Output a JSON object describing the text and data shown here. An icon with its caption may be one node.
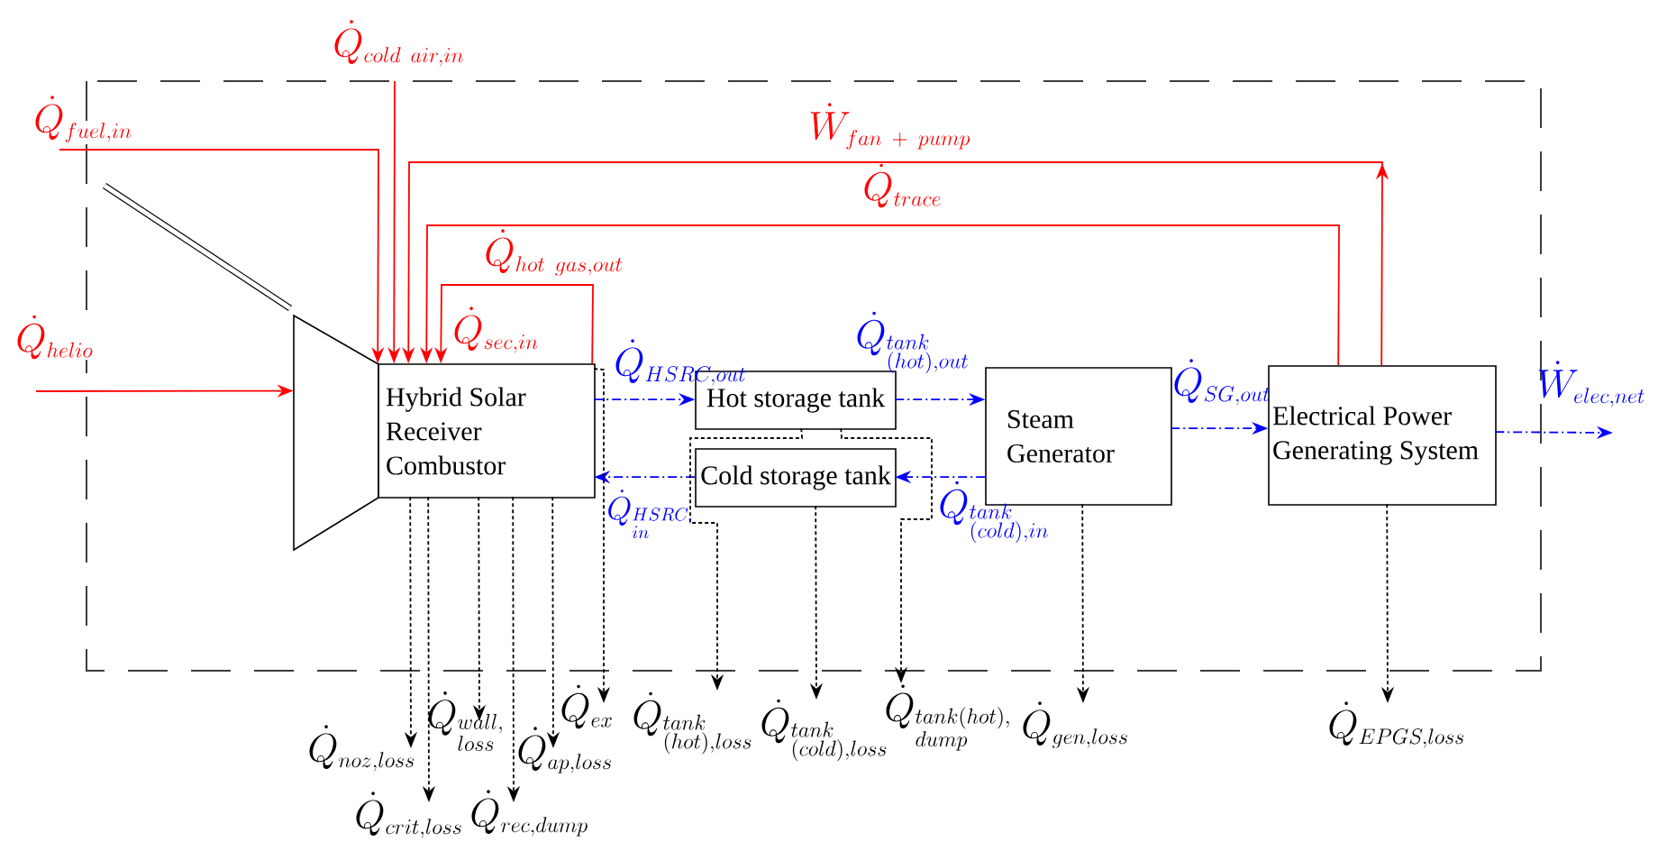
{
  "diagram": {
    "nodes": [
      {
        "text": [],
        "shape": "trapezoid"
      },
      {
        "text": [
          "Hybrid Solar Receiver Combustor"
        ]
      },
      {
        "text": [
          "Hot storage tank"
        ]
      },
      {
        "text": [
          "Cold storage tank"
        ]
      },
      {
        "text": [
          "Steam Generator"
        ]
      },
      {
        "text": [
          "Electrical Power Generating System"
        ]
      }
    ],
    "edges": [
      {
        "from": null,
        "to": 0,
        "arrow": "to",
        "label": "\\dot{Q}_{helio}",
        "color": "#ff0000"
      },
      {
        "from": null,
        "to": 1,
        "arrow": "to",
        "label": "\\dot{Q}_{fuel,in}",
        "color": "#ff0000"
      },
      {
        "from": null,
        "to": 1,
        "arrow": "to",
        "label": "\\dot{Q}_{cold\\ air,in}",
        "color": "#ff0000"
      },
      {
        "from": 5,
        "to": 1,
        "arrow": "to",
        "label": "\\dot{W}_{fan\\ +\\ pump}",
        "color": "#ff0000"
      },
      {
        "from": 5,
        "to": 1,
        "arrow": "to",
        "label": "\\dot{Q}_{trace}",
        "color": "#ff0000"
      },
      {
        "from": 1,
        "to": 1,
        "arrow": "to",
        "label": "\\dot{Q}_{hot\\ gas,out}",
        "color": "#ff0000"
      },
      {
        "from": 1,
        "to": 2,
        "arrow": "to",
        "label": "\\dot{Q}_{HSRC,out}",
        "style": "dashed",
        "color": "#0000ff"
      },
      {
        "from": 2,
        "to": 4,
        "arrow": "to",
        "label": "\\dot{Q}_{\\begin{subarray}{l}tank\\\\(hot),out\\end{subarray}}",
        "style": "dashed",
        "color": "#0000ff"
      },
      {
        "from": 4,
        "to": 5,
        "arrow": "to",
        "label": "\\dot{Q}_{SG,out}",
        "style": "dashed",
        "color": "#0000ff"
      },
      {
        "from": 5,
        "to": null,
        "arrow": "to",
        "label": "\\dot{W}_{elec,net}",
        "style": "dashed",
        "color": "#0000ff"
      },
      {
        "from": 4,
        "to": 3,
        "arrow": "to",
        "label": "\\dot{Q}_{\\begin{subarray}{l}tank\\\\(cold),in\\end{subarray}}",
        "style": "dashed",
        "color": "#0000ff"
      },
      {
        "from": 3,
        "to": 1,
        "arrow": "to",
        "label": "\\dot{Q}_{\\begin{subarray}{l}HSRC,\\\\in\\end{subarray}}",
        "style": "dashed",
        "color": "#0000ff"
      },
      {
        "from": 1,
        "to": null,
        "arrow": "to",
        "label": "\\dot{Q}_{noz,loss}",
        "style": "dashed"
      },
      {
        "from": 1,
        "to": null,
        "arrow": "to",
        "label": "\\dot{Q}_{crit,loss}",
        "style": "dashed"
      },
      {
        "from": 1,
        "to": null,
        "arrow": "to",
        "label": "\\dot{Q}_{\\begin{subarray}{l}wall,\\\\loss\\end{subarray}}",
        "style": "dashed"
      },
      {
        "from": 1,
        "to": null,
        "arrow": "to",
        "label": "\\dot{Q}_{rec,dump}",
        "style": "dashed"
      },
      {
        "from": 1,
        "to": null,
        "arrow": "to",
        "label": "\\dot{Q}_{ap,loss}",
        "style": "dashed"
      },
      {
        "from": 1,
        "to": null,
        "arrow": "to",
        "label": "\\dot{Q}_{ex}",
        "style": "dashed"
      },
      {
        "from": 2,
        "to": null,
        "arrow": "to",
        "label": "\\dot{Q}_{\\begin{subarray}{l}tank\\\\(hot),loss\\end{subarray}}",
        "style": "dashed"
      },
      {
        "from": 3,
        "to": null,
        "arrow": "to",
        "label": "\\dot{Q}_{\\begin{subarray}{l}tank\\\\(cold),loss\\end{subarray}}",
        "style": "dashed"
      },
      {
        "from": 2,
        "to": null,
        "arrow": "to",
        "label": "\\dot{Q}_{\\begin{subarray}{l}tank(hot),\\\\dump\\end{subarray}}",
        "style": "dashed"
      },
      {
        "from": 4,
        "to": null,
        "arrow": "to",
        "label": "\\dot{Q}_{gen,loss}",
        "style": "dashed"
      },
      {
        "from": 5,
        "to": null,
        "arrow": "to",
        "label": "\\dot{Q}_{EPGS,loss}",
        "style": "dashed"
      }
    ],
    "labels": [
      "\\dot{Q}_{sec,in}"
    ]
  }
}
